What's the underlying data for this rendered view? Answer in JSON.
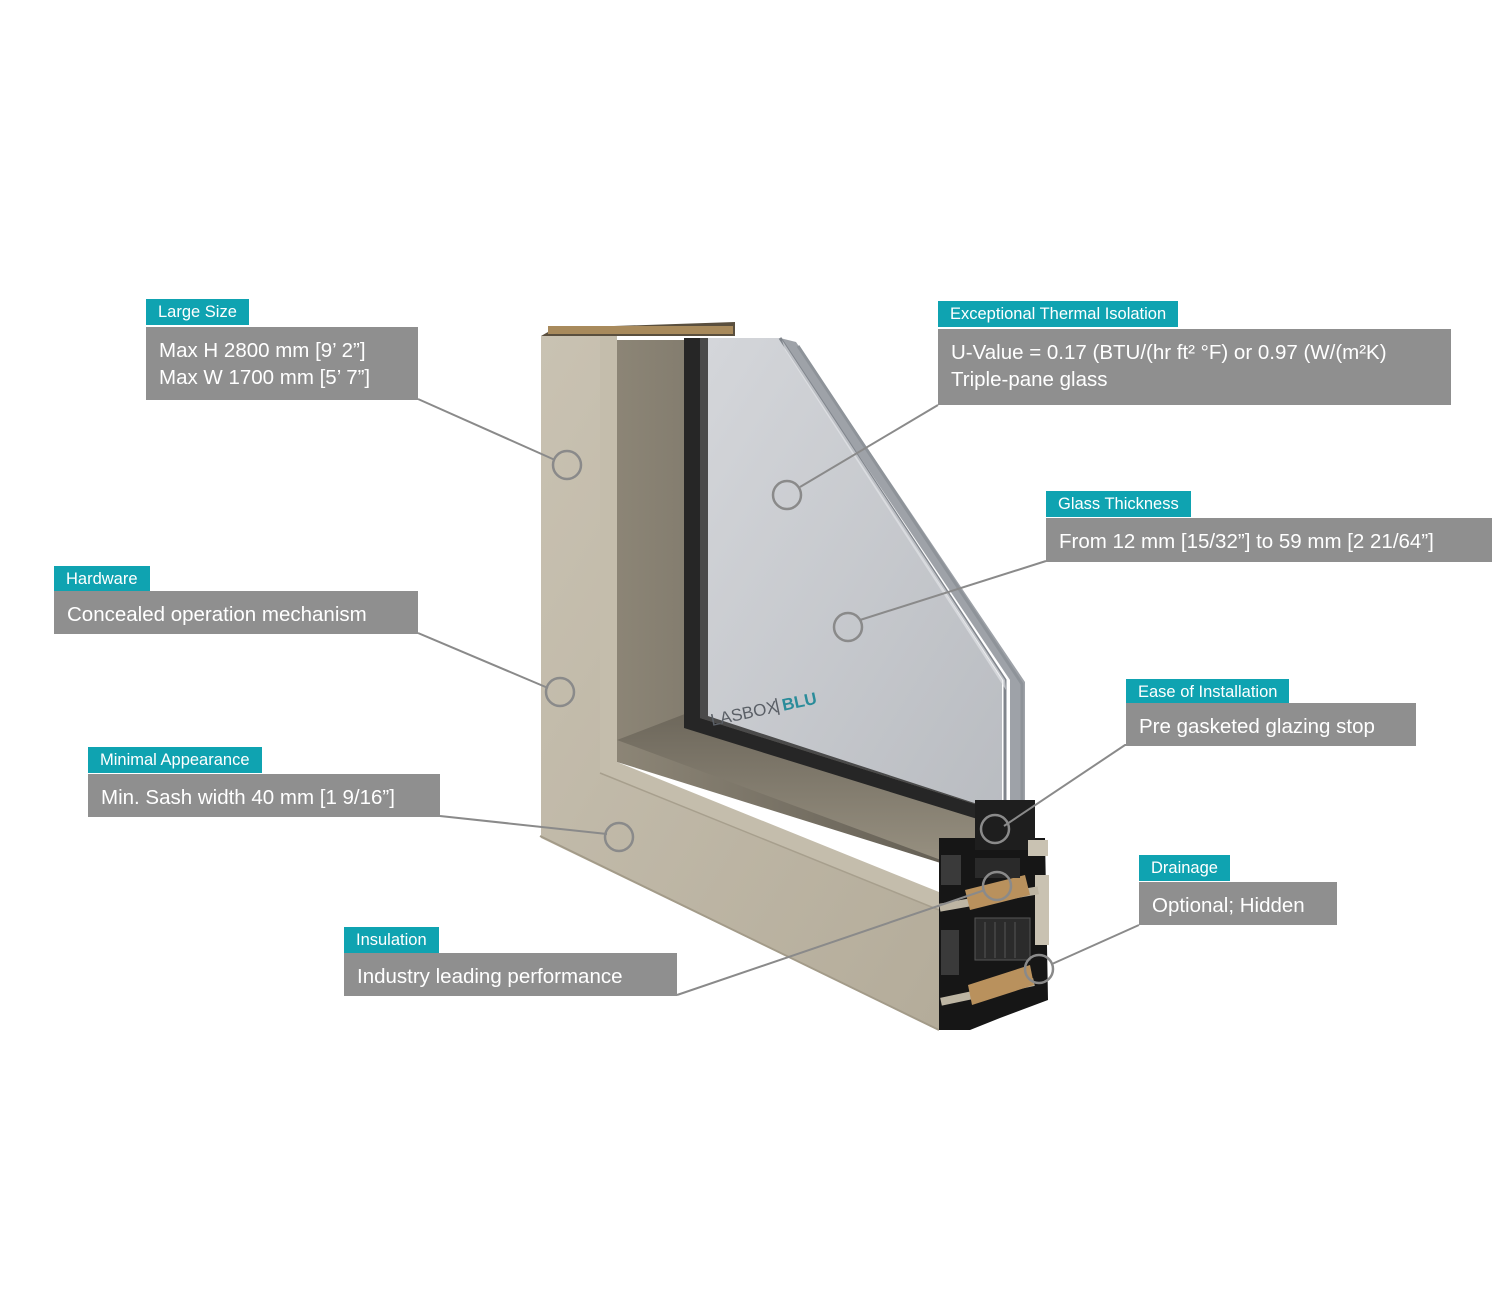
{
  "product": {
    "brand": "LASBOX",
    "brand_suffix": "BLU"
  },
  "callouts": {
    "large_size": {
      "label": "Large Size",
      "lines": [
        "Max H 2800 mm [9’ 2”]",
        "Max W 1700 mm [5’ 7”]"
      ]
    },
    "thermal": {
      "label": "Exceptional Thermal Isolation",
      "lines": [
        "U-Value = 0.17 (BTU/(hr ft² °F) or 0.97 (W/(m²K)",
        "Triple-pane glass"
      ]
    },
    "glass_thickness": {
      "label": "Glass Thickness",
      "lines": [
        "From 12 mm [15/32”] to 59 mm [2  21/64”]"
      ]
    },
    "hardware": {
      "label": "Hardware",
      "lines": [
        "Concealed operation mechanism"
      ]
    },
    "ease_installation": {
      "label": "Ease of Installation",
      "lines": [
        "Pre gasketed glazing stop"
      ]
    },
    "minimal_appearance": {
      "label": "Minimal Appearance",
      "lines": [
        "Min. Sash width 40 mm [1 9/16”]"
      ]
    },
    "drainage": {
      "label": "Drainage",
      "lines": [
        "Optional; Hidden"
      ]
    },
    "insulation": {
      "label": "Insulation",
      "lines": [
        "Industry leading performance"
      ]
    }
  },
  "colors": {
    "label_bg": "#0fa3b1",
    "box_bg": "#8f8f8f",
    "frame": "#bdb5a3",
    "glass": "#c4c6ca",
    "leader": "#8a8a8a"
  }
}
